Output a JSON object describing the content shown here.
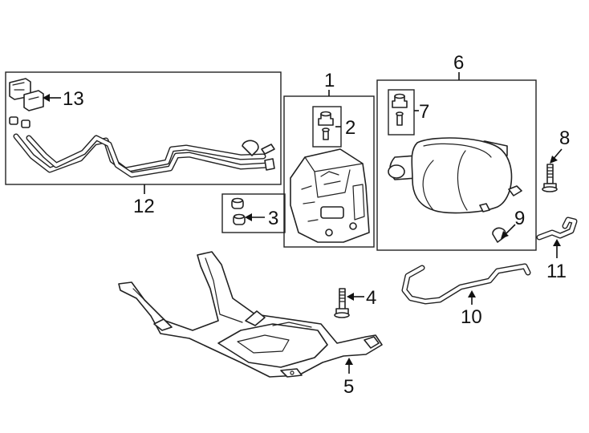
{
  "diagram": {
    "callouts": [
      {
        "id": "c1",
        "number": "1"
      },
      {
        "id": "c2",
        "number": "2"
      },
      {
        "id": "c3",
        "number": "3"
      },
      {
        "id": "c4",
        "number": "4"
      },
      {
        "id": "c5",
        "number": "5"
      },
      {
        "id": "c6",
        "number": "6"
      },
      {
        "id": "c7",
        "number": "7"
      },
      {
        "id": "c8",
        "number": "8"
      },
      {
        "id": "c9",
        "number": "9"
      },
      {
        "id": "c10",
        "number": "10"
      },
      {
        "id": "c11",
        "number": "11"
      },
      {
        "id": "c12",
        "number": "12"
      },
      {
        "id": "c13",
        "number": "13"
      }
    ],
    "colors": {
      "line": "#222222",
      "background": "#ffffff"
    }
  }
}
